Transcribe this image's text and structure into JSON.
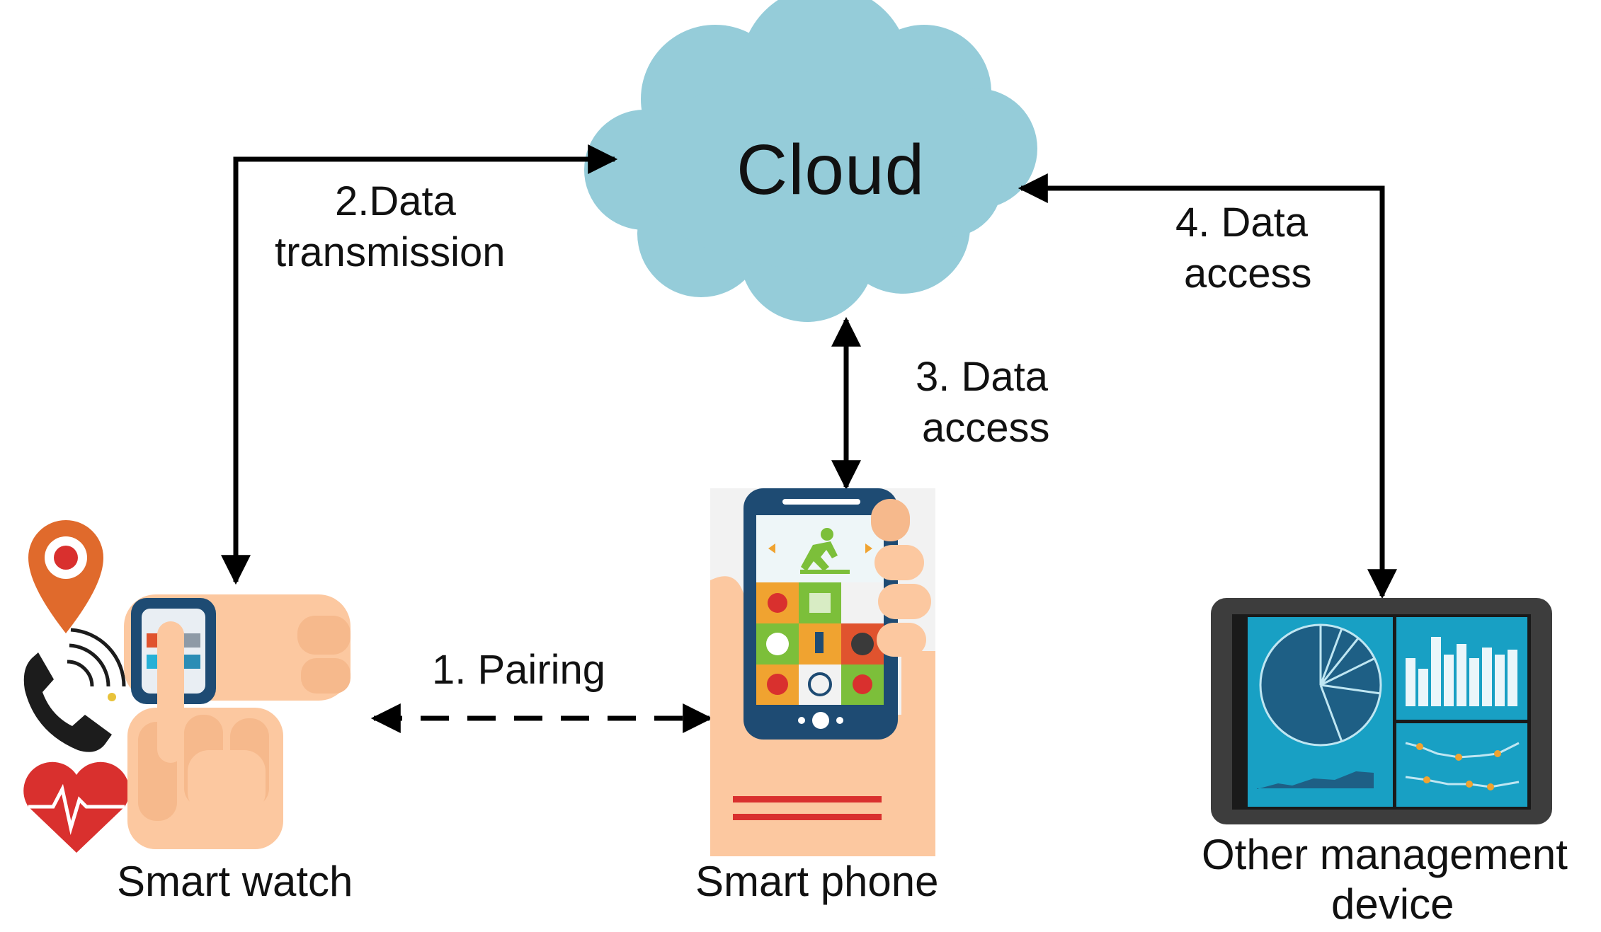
{
  "cloud": {
    "label": "Cloud"
  },
  "edges": {
    "pairing": "1. Pairing",
    "transmission_line1": "2.Data",
    "transmission_line2": "transmission",
    "phone_access_line1": "3. Data",
    "phone_access_line2": "access",
    "device_access_line1": "4. Data",
    "device_access_line2": "access"
  },
  "nodes": {
    "watch": "Smart watch",
    "phone": "Smart phone",
    "device_line1": "Other management",
    "device_line2": "device"
  },
  "colors": {
    "cloud": "#95ccd9",
    "arrow": "#000000",
    "skin": "#fcc8a0",
    "phone_body": "#1e4b73",
    "screen_teal": "#18a0c4",
    "heart_red": "#d9302e",
    "pin_orange": "#e06a2c"
  },
  "icons": [
    "location-pin-icon",
    "phone-call-icon",
    "heartbeat-icon",
    "running-icon"
  ]
}
